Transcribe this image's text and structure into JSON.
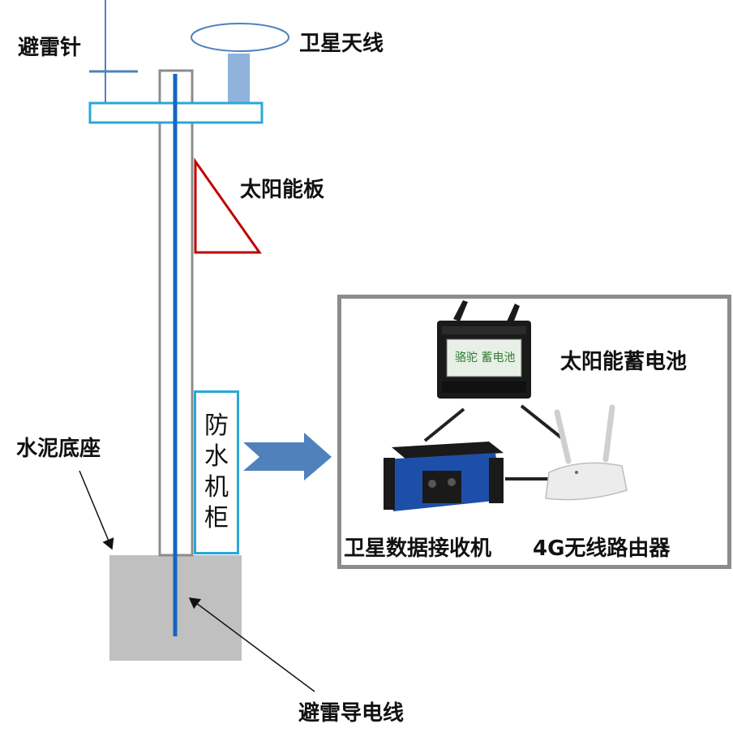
{
  "labels": {
    "lightning_rod": "避雷针",
    "satellite_antenna": "卫星天线",
    "solar_panel": "太阳能板",
    "concrete_base": "水泥底座",
    "ground_wire": "避雷导电线",
    "solar_battery": "太阳能蓄电池",
    "satellite_receiver": "卫星数据接收机",
    "wifi_router": "4G无线路由器"
  },
  "cabinet": {
    "chars": [
      "防",
      "水",
      "机",
      "柜"
    ]
  },
  "battery_brand": "骆驼 蓄电池",
  "colors": {
    "pole_outline": "#8c8c8c",
    "ground_wire": "#1565c0",
    "crossbar": "#29a8d8",
    "antenna_mast": "#8fb3dc",
    "solar_panel_outline": "#c00000",
    "arrow": "#4f81bd",
    "base": "#c0c0c0"
  }
}
